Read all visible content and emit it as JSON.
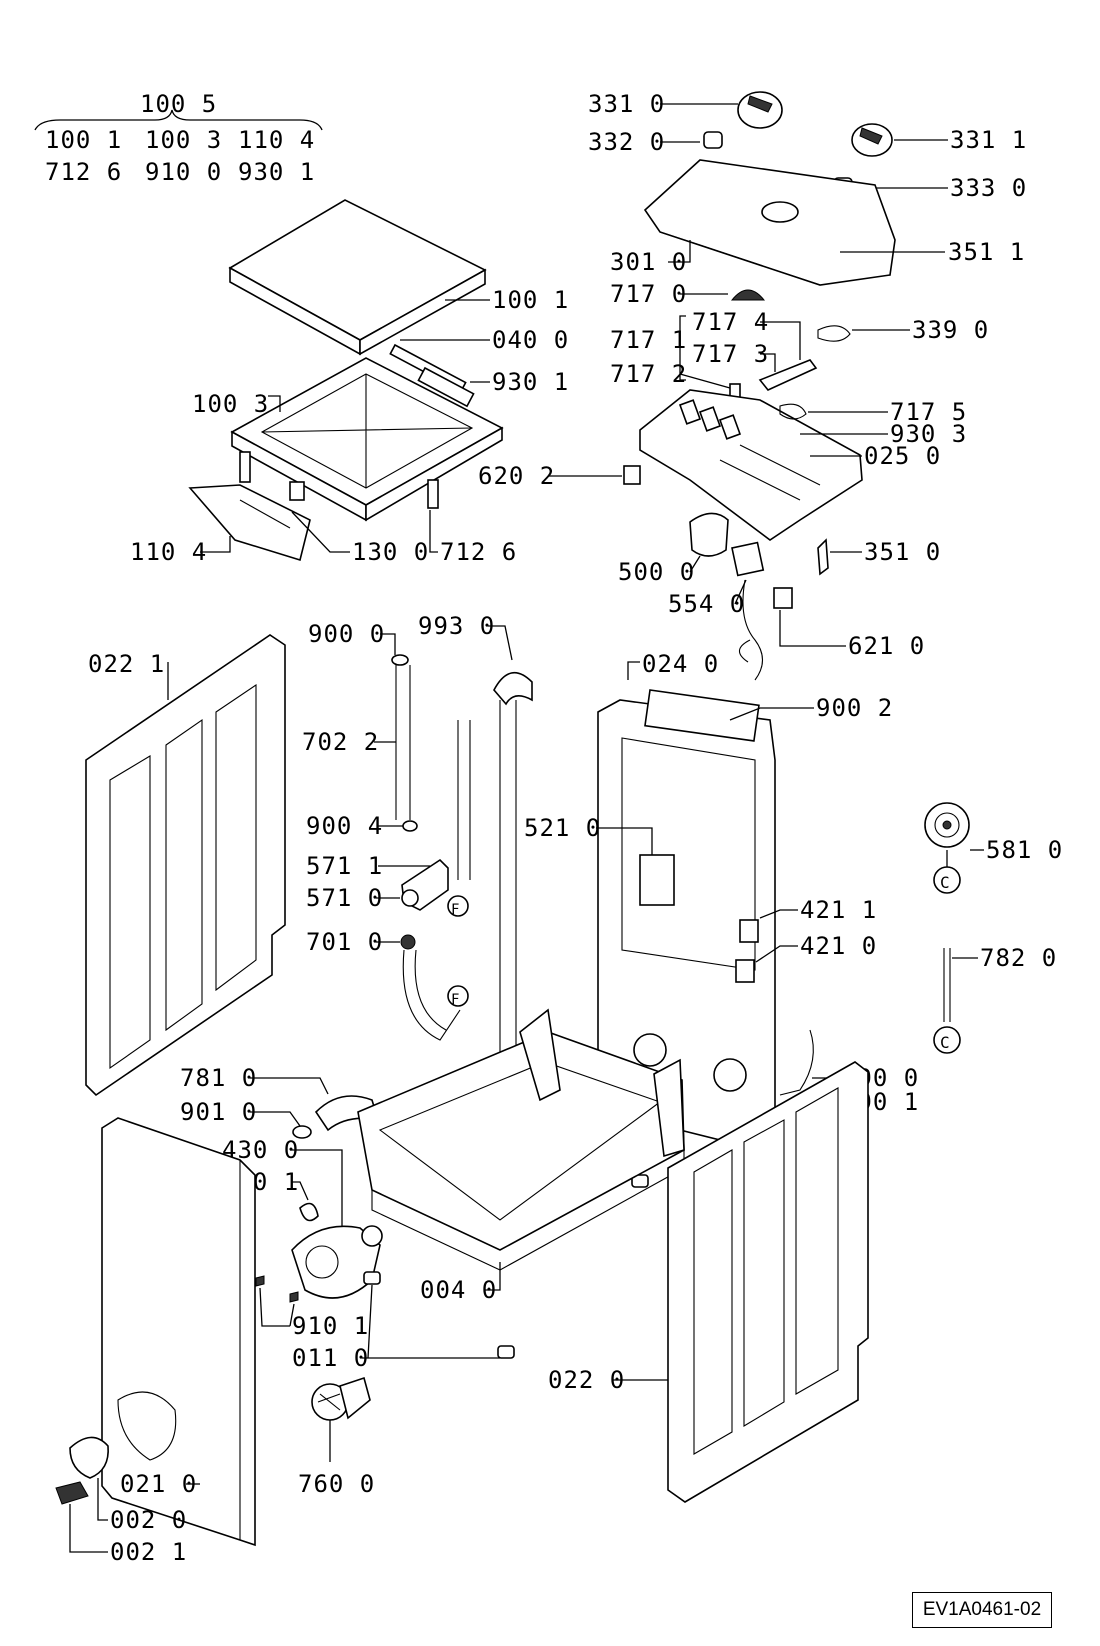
{
  "drawing_code": "EV1A0461-02",
  "kit": {
    "main": "100 5",
    "row1": [
      "100 1",
      "100 3",
      "110 4"
    ],
    "row2": [
      "712 6",
      "910 0",
      "930 1"
    ]
  },
  "labels": {
    "l1001": "100 1",
    "l0400": "040 0",
    "l9301": "930 1",
    "l1003": "100 3",
    "l1104": "110 4",
    "l1300": "130 0",
    "l7126": "712 6",
    "l3310": "331 0",
    "l3320": "332 0",
    "l3311": "331 1",
    "l3330": "333 0",
    "l3010": "301 0",
    "l3511": "351 1",
    "l7170": "717 0",
    "l7174": "717 4",
    "l7171": "717 1",
    "l7173": "717 3",
    "l3390": "339 0",
    "l7172": "717 2",
    "l7175": "717 5",
    "l9303": "930 3",
    "l0250": "025 0",
    "l6202": "620 2",
    "l3510": "351 0",
    "l5000": "500 0",
    "l5540": "554 0",
    "l6210": "621 0",
    "l0221": "022 1",
    "l9000": "900 0",
    "l9930": "993 0",
    "l7022": "702 2",
    "l9004": "900 4",
    "l5711": "571 1",
    "l5710": "571 0",
    "l7010": "701 0",
    "l0240": "024 0",
    "l9002": "900 2",
    "l5210": "521 0",
    "l5810": "581 0",
    "l4211": "421 1",
    "l4210": "421 0",
    "l7820": "782 0",
    "l4900": "490 0",
    "l4901": "490 1",
    "l7810": "781 0",
    "l9010": "901 0",
    "l4300": "430 0",
    "l9001": "900 1",
    "l0040": "004 0",
    "l9101": "910 1",
    "l0110": "011 0",
    "l0220": "022 0",
    "l0210": "021 0",
    "l7600": "760 0",
    "l0020": "002 0",
    "l0021": "002 1"
  },
  "connector_marks": {
    "F": "F",
    "C": "C"
  }
}
